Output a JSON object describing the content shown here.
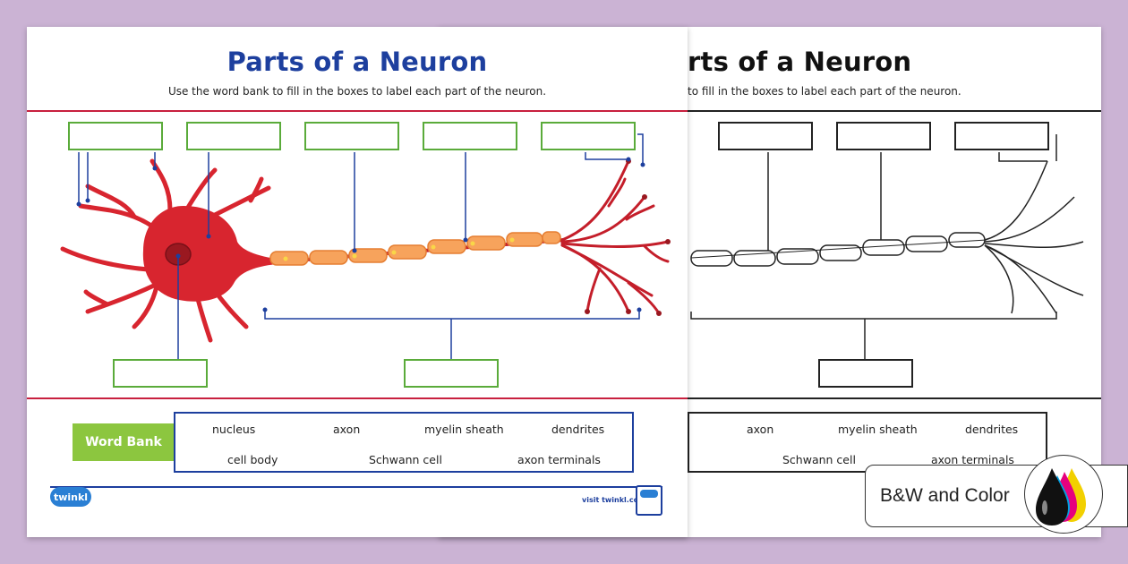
{
  "worksheet_color": {
    "title": "Parts of a Neuron",
    "instructions": "Use the word bank to fill in the boxes to label each part of the neuron.",
    "word_bank_heading": "Word Bank",
    "word_bank_row1": [
      "nucleus",
      "axon",
      "myelin sheath",
      "dendrites"
    ],
    "word_bank_row2": [
      "cell body",
      "Schwann cell",
      "axon terminals"
    ],
    "logo_text": "twinkl",
    "footer_url": "visit twinkl.com"
  },
  "worksheet_bw": {
    "title_visible": "rts of a Neuron",
    "instructions_visible": "to fill in the boxes to label each part of the neuron.",
    "word_bank_row1": [
      "axon",
      "myelin sheath",
      "dendrites"
    ],
    "word_bank_row2": [
      "Schwann cell",
      "axon terminals"
    ]
  },
  "badge": {
    "label": "B&W and Color",
    "icon": "ink-drops-icon"
  },
  "colors": {
    "background": "#cbb3d4",
    "title_blue": "#1d3f9e",
    "divider_red": "#c8203f",
    "label_box_green": "#5aab3a",
    "word_bank_green": "#8cc63f",
    "neuron_red": "#d8252f",
    "myelin_orange": "#f7a35c"
  }
}
